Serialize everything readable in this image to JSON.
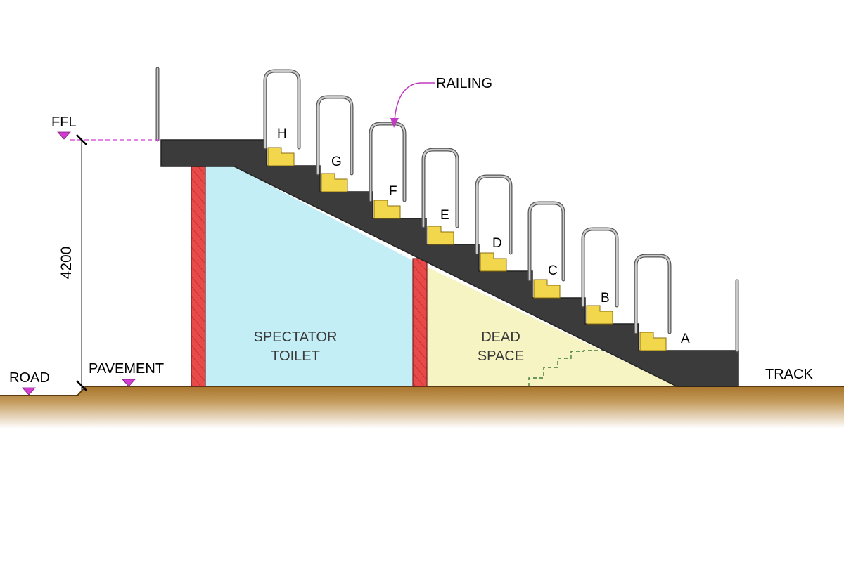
{
  "labels": {
    "ffl": "FFL",
    "height": "4200",
    "road": "ROAD",
    "pavement": "PAVEMENT",
    "track": "TRACK",
    "railing": "RAILING",
    "toilet_line1": "SPECTATOR",
    "toilet_line2": "TOILET",
    "dead_line1": "DEAD",
    "dead_line2": "SPACE"
  },
  "rows": [
    "H",
    "G",
    "F",
    "E",
    "D",
    "C",
    "B",
    "A"
  ],
  "colors": {
    "concrete": "#3b3b3b",
    "seat": "#f2d64b",
    "toilet": "#c4eef5",
    "dead_space": "#f7f4c4",
    "wall": "#e84a4a",
    "ground": "#b5823a",
    "marker": "#d23cd2",
    "railing": "#8c8c8c"
  }
}
